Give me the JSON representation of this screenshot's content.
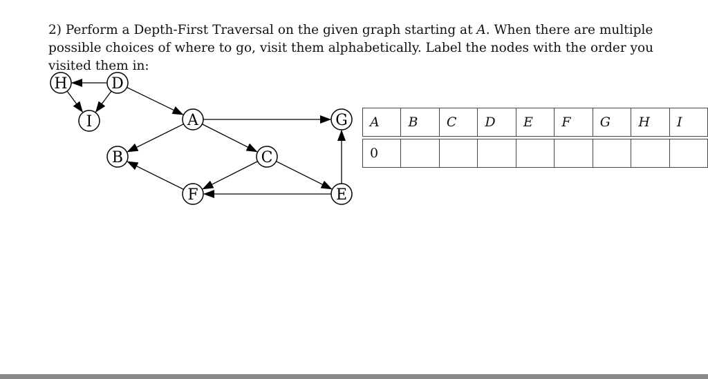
{
  "question": {
    "prefix": "2) Perform a Depth-First Traversal on the given graph starting at ",
    "start_node": "A",
    "suffix": ". When there are multiple possible choices of where to go, visit them alphabetically. Label the nodes with the order you visited them in:"
  },
  "graph": {
    "nodes": [
      "H",
      "D",
      "I",
      "A",
      "G",
      "B",
      "C",
      "F",
      "E"
    ],
    "edges": [
      {
        "from": "D",
        "to": "H"
      },
      {
        "from": "H",
        "to": "I"
      },
      {
        "from": "D",
        "to": "I"
      },
      {
        "from": "D",
        "to": "A"
      },
      {
        "from": "A",
        "to": "G"
      },
      {
        "from": "A",
        "to": "B"
      },
      {
        "from": "A",
        "to": "C"
      },
      {
        "from": "C",
        "to": "F"
      },
      {
        "from": "C",
        "to": "E"
      },
      {
        "from": "F",
        "to": "B"
      },
      {
        "from": "E",
        "to": "F"
      },
      {
        "from": "E",
        "to": "G"
      }
    ]
  },
  "table": {
    "headers": [
      "A",
      "B",
      "C",
      "D",
      "E",
      "F",
      "G",
      "H",
      "I"
    ],
    "values": [
      "0",
      "",
      "",
      "",
      "",
      "",
      "",
      "",
      ""
    ]
  }
}
